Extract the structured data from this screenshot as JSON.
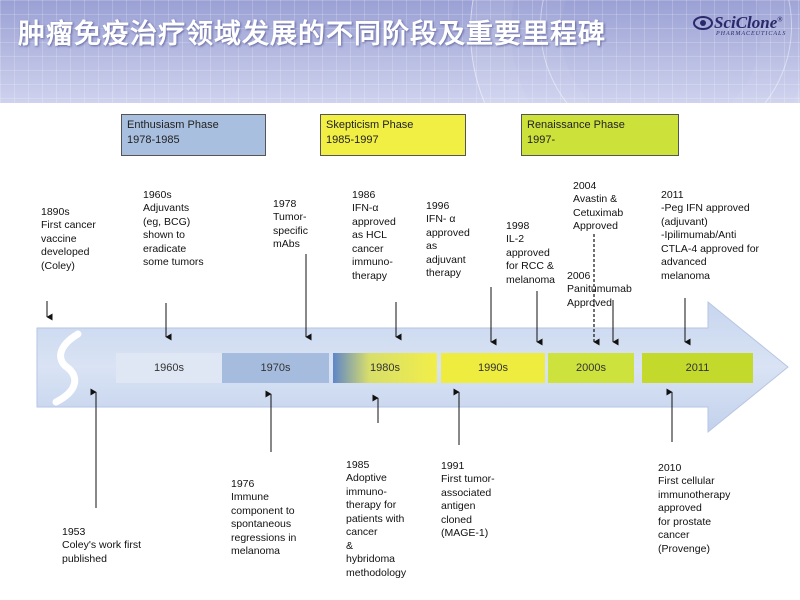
{
  "header": {
    "title": "肿瘤免疫治疗领域发展的不同阶段及重要里程碑",
    "logo_text": "SciClone",
    "logo_sub": "PHARMACEUTICALS",
    "logo_reg": "®"
  },
  "phases": [
    {
      "name": "Enthusiasm Phase",
      "years": "1978-1985",
      "color": "#a9bfdf"
    },
    {
      "name": "Skepticism Phase",
      "years": "1985-1997",
      "color": "#f1ee44"
    },
    {
      "name": "Renaissance Phase",
      "years": "1997-",
      "color": "#cce23b"
    }
  ],
  "eras": [
    {
      "label": "1960s",
      "color": "#dfe7f4"
    },
    {
      "label": "1970s",
      "color": "#a6bcde"
    },
    {
      "label": "1980s",
      "color": "#e8e86a"
    },
    {
      "label": "1990s",
      "color": "#eeec3f"
    },
    {
      "label": "2000s",
      "color": "#cde23c"
    },
    {
      "label": "2011",
      "color": "#c3da2d"
    }
  ],
  "events_top": [
    {
      "year": "1890s",
      "text": "First  cancer\nvaccine\ndeveloped\n(Coley)"
    },
    {
      "year": "1960s",
      "text": "Adjuvants\n(eg, BCG)\nshown to\neradicate\nsome tumors"
    },
    {
      "year": "1978",
      "text": "Tumor-\nspecific\nmAbs"
    },
    {
      "year": "1986",
      "text": "IFN-α\napproved\nas HCL\ncancer\nimmuno-\ntherapy"
    },
    {
      "year": "1996",
      "text": "IFN- α\napproved\nas\nadjuvant\ntherapy"
    },
    {
      "year": "1998",
      "text": "IL-2\napproved\nfor RCC &\nmelanoma"
    },
    {
      "year": "2004",
      "text": "Avastin  &\nCetuximab\nApproved"
    },
    {
      "year": "2006",
      "text": "Panitumumab\nApproved"
    },
    {
      "year": "2011",
      "text": "-Peg IFN approved\n(adjuvant)\n-Ipilimumab/Anti\nCTLA-4 approved for\nadvanced\nmelanoma"
    }
  ],
  "events_bottom": [
    {
      "year": "1953",
      "text": "Coley's work first\npublished"
    },
    {
      "year": "1976",
      "text": "Immune\ncomponent to\nspontaneous\nregressions in\nmelanoma"
    },
    {
      "year": "1985",
      "text": "Adoptive\nimmuno-\ntherapy for\npatients with\ncancer\n        &\nhybridoma\nmethodology"
    },
    {
      "year": "1991",
      "text": "First tumor-\nassociated\nantigen\ncloned\n(MAGE-1)"
    },
    {
      "year": "2010",
      "text": "First cellular\nimmunotherapy\napproved\nfor prostate\ncancer\n(Provenge)"
    }
  ]
}
